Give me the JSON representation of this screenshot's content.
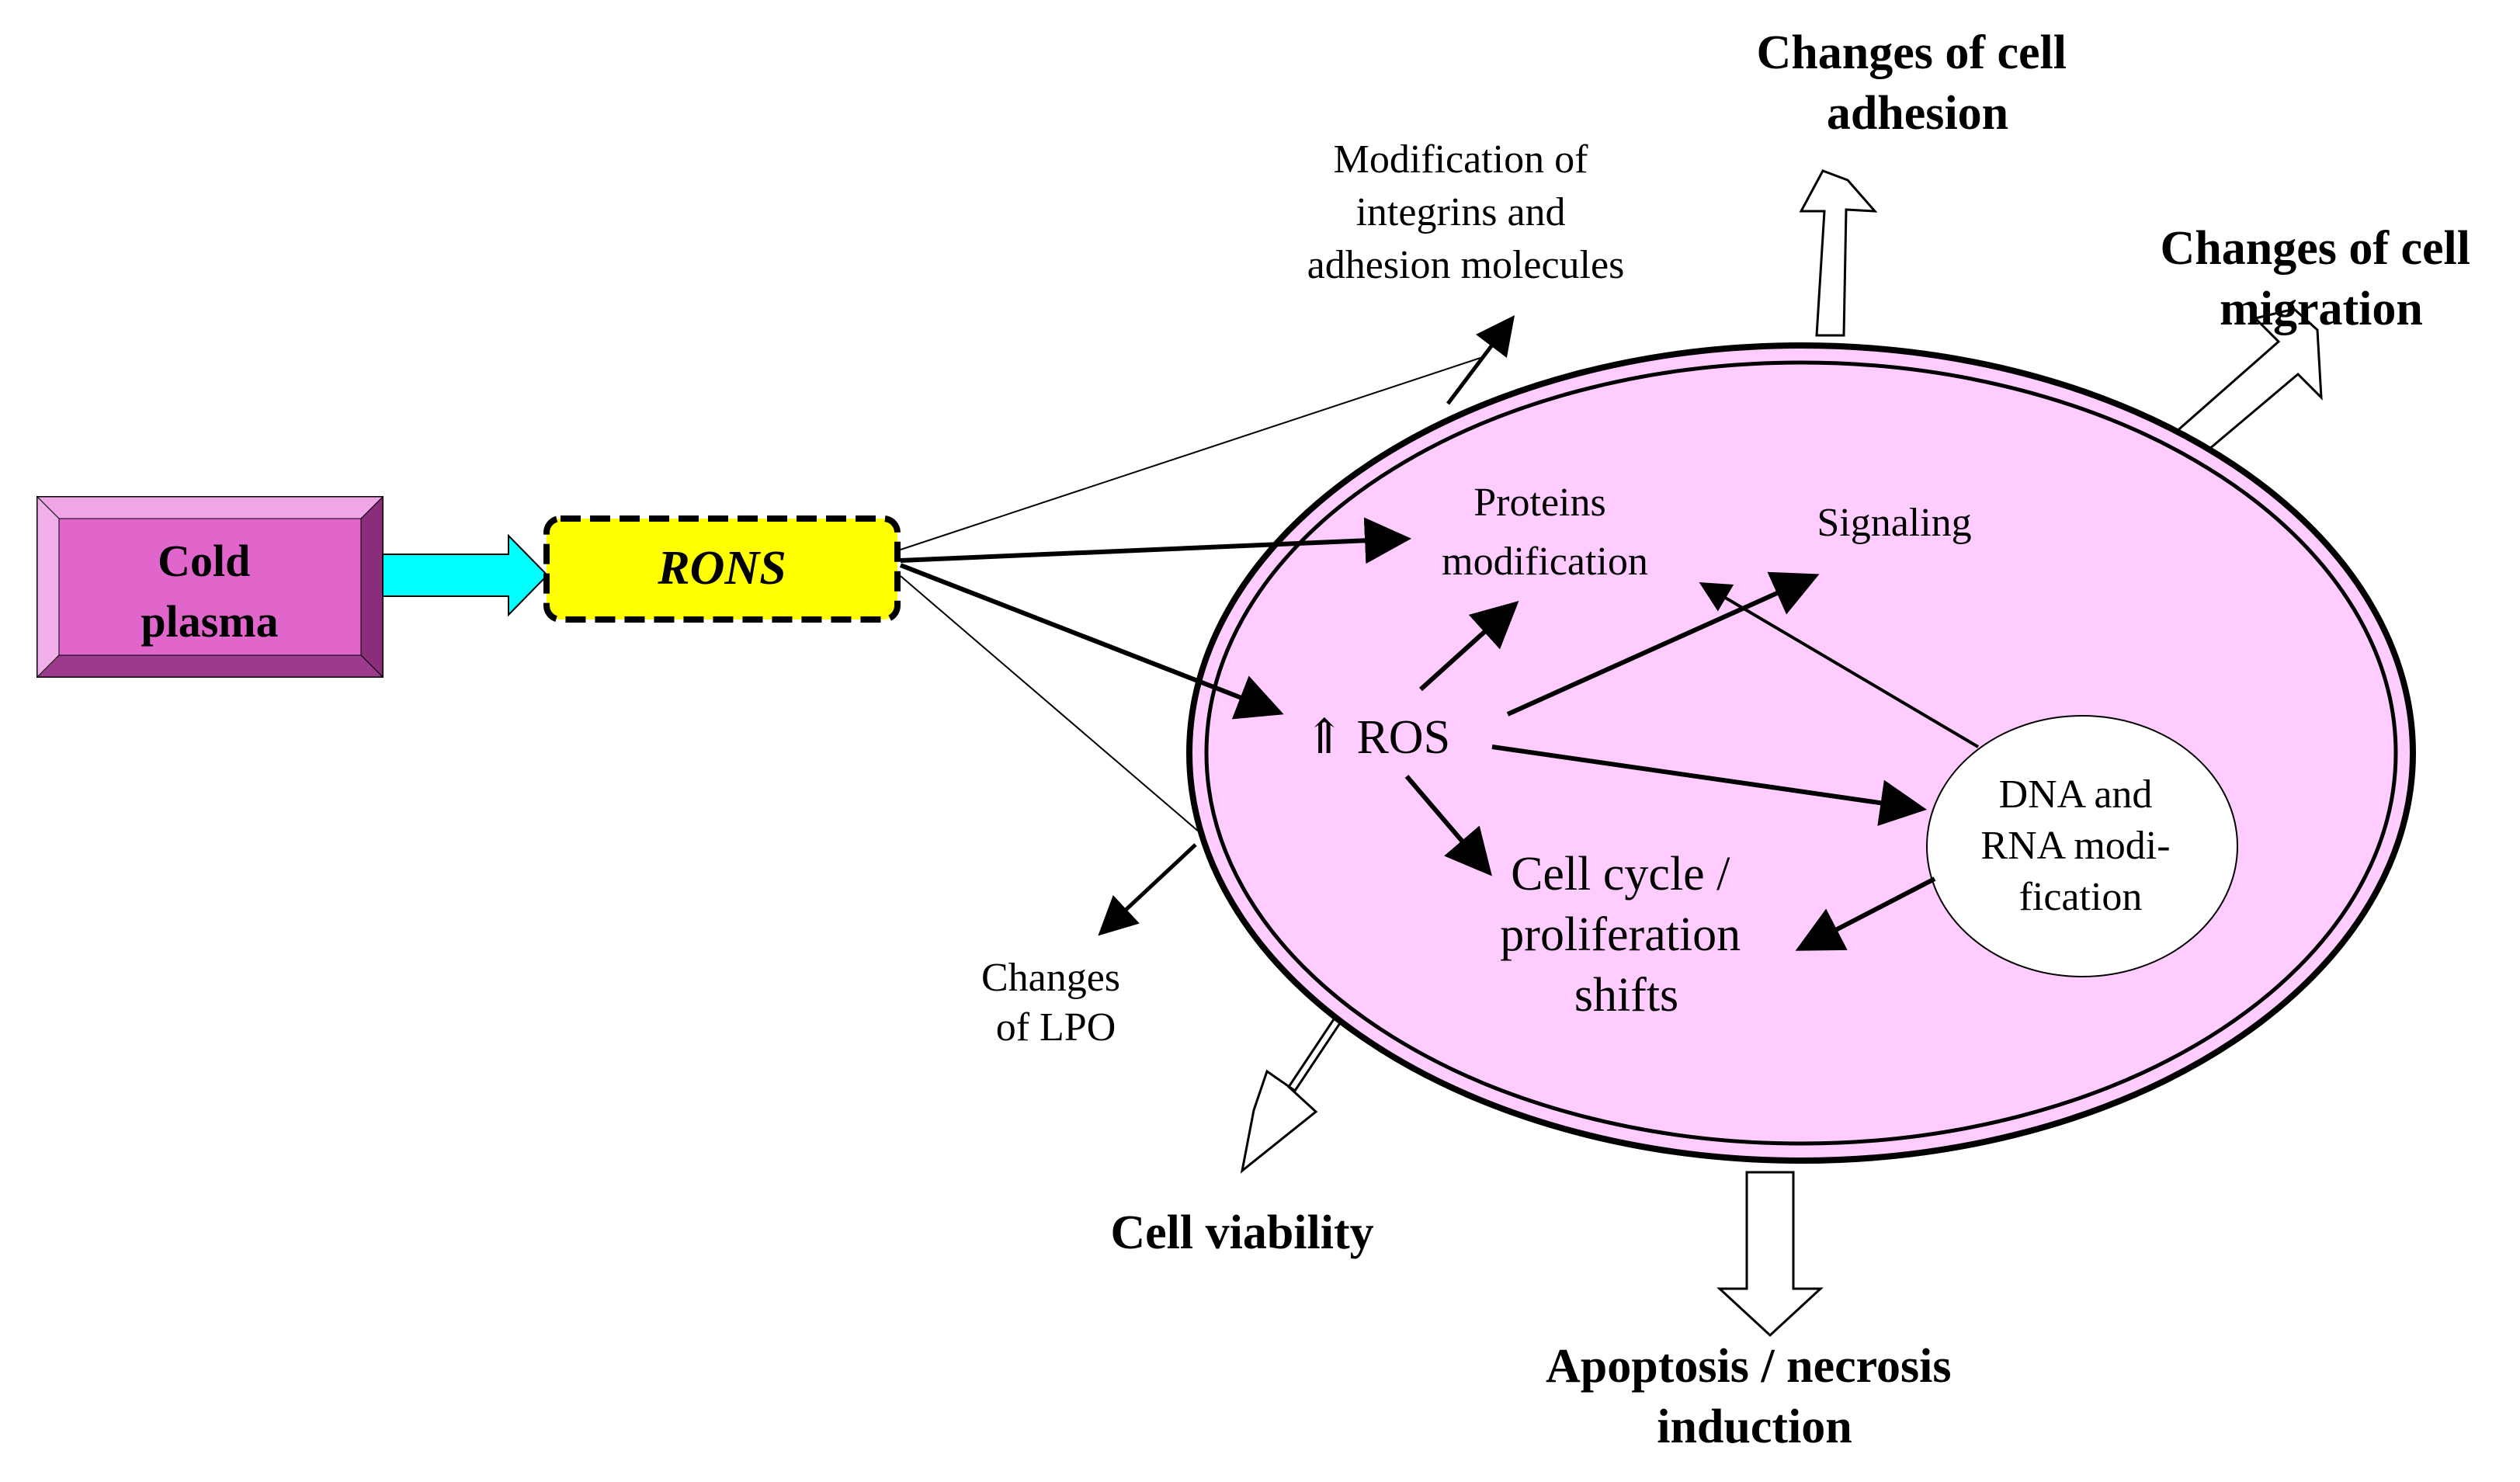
{
  "diagram": {
    "source": {
      "line1": "Cold",
      "line2": "plasma",
      "fill_color": "#e066cc"
    },
    "rons": {
      "label": "RONS",
      "fill_color": "#ffff00"
    },
    "cell": {
      "fill_color": "#ffccff"
    },
    "ros": {
      "label": "⇑ ROS"
    },
    "proteins": {
      "line1": "Proteins",
      "line2": "modification"
    },
    "signaling": {
      "label": "Signaling"
    },
    "cell_cycle": {
      "line1": "Cell cycle /",
      "line2": "proliferation",
      "line3": "shifts"
    },
    "dna": {
      "line1": "DNA and",
      "line2": "RNA modi-",
      "line3": "fication"
    },
    "integrins": {
      "line1": "Modification of",
      "line2": "integrins and",
      "line3": "adhesion molecules"
    },
    "lpo": {
      "line1": "Changes",
      "line2": "of LPO"
    },
    "outcomes": {
      "adhesion": {
        "line1": "Changes of cell",
        "line2": "adhesion"
      },
      "migration": {
        "line1": "Changes of cell",
        "line2": "migration"
      },
      "viability": {
        "line1": "Cell viability"
      },
      "apoptosis": {
        "line1": "Apoptosis / necrosis",
        "line2": "induction"
      }
    },
    "connector_color": "#00ffff"
  }
}
